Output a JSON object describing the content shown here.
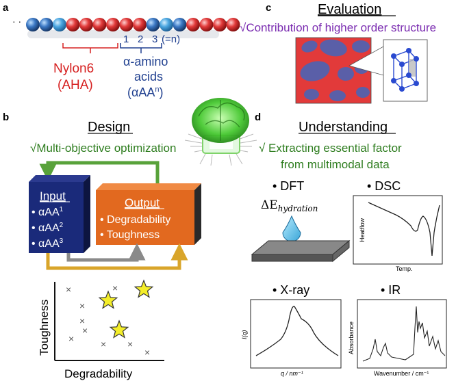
{
  "panels": {
    "a": {
      "label": "a",
      "ellipsis": "· ·",
      "monomer_numbers": [
        "1",
        "2",
        "3"
      ],
      "n_note": "(=n)",
      "nylon_label_1": "Nylon6",
      "nylon_label_2": "(AHA)",
      "amino_label_1": "α-amino",
      "amino_label_2": "acids",
      "amino_label_3": "(αAA",
      "amino_sup": "n",
      "amino_close": ")"
    },
    "b": {
      "label": "b",
      "title": "Design",
      "subtitle": "√Multi-objective optimization",
      "input_title": "Input",
      "input_items": [
        "• αAA",
        "• αAA",
        "• αAA"
      ],
      "input_sups": [
        "1",
        "2",
        "3"
      ],
      "output_title": "Output",
      "output_items": [
        "• Degradability",
        "• Toughness"
      ],
      "scatter_xlabel": "Degradability",
      "scatter_ylabel": "Toughness",
      "cross_mark": "×"
    },
    "c": {
      "label": "c",
      "title": "Evaluation",
      "subtitle": "√Contribution of higher order structure"
    },
    "d": {
      "label": "d",
      "title": "Understanding",
      "subtitle_1": "√ Extracting essential factor",
      "subtitle_2": "from multimodal data",
      "dft_label": "• DFT",
      "dft_formula": "ΔE",
      "dft_sub": "hydration",
      "dsc_label": "• DSC",
      "dsc_ylabel": "Heatflow",
      "dsc_xlabel": "Temp.",
      "xray_label": "• X-ray",
      "xray_ylabel": "I(q)",
      "xray_xlabel": "q / nm⁻¹",
      "ir_label": "• IR",
      "ir_ylabel": "Absorbance",
      "ir_xlabel": "Wavenumber / cm⁻¹"
    }
  },
  "colors": {
    "nylon_red": "#d62020",
    "amino_blue": "#1f3f8f",
    "green_text": "#2e7d1f",
    "purple_text": "#7a2bb0",
    "input_box": "#1a2a7a",
    "output_box": "#e2691f",
    "arrow_green": "#58a23a",
    "arrow_gray": "#8a8a8a",
    "arrow_gold": "#d9a52a",
    "star_yellow": "#f4ee2a"
  }
}
